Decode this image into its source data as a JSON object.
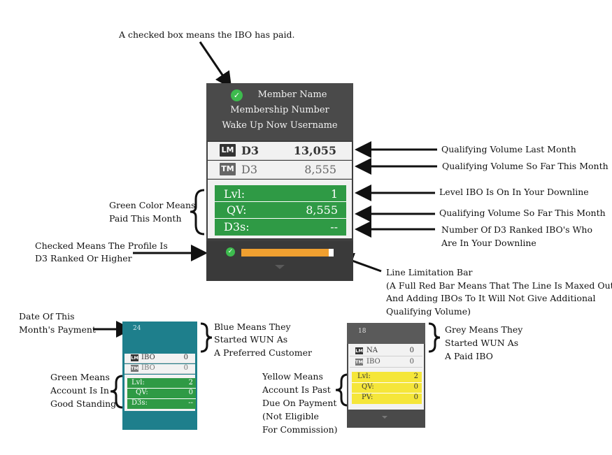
{
  "annotations": {
    "checked_box": "A checked box means the IBO has paid.",
    "qv_last_month": "Qualifying Volume Last Month",
    "qv_so_far_1": "Qualifying Volume So Far This Month",
    "level_ibo": "Level IBO Is On In Your Downline",
    "qv_so_far_2": "Qualifying Volume So Far This Month",
    "num_d3_1": "Number Of D3 Ranked IBO's Who",
    "num_d3_2": "Are In Your Downline",
    "green_means_1": "Green Color Means",
    "green_means_2": "Paid This Month",
    "checked_d3_1": "Checked Means The Profile Is",
    "checked_d3_2": "D3 Ranked Or Higher",
    "line_limit_1": "Line Limitation Bar",
    "line_limit_2": "(A Full Red Bar Means That The Line Is Maxed Out",
    "line_limit_3": "And Adding IBOs To It Will Not Give Additional",
    "line_limit_4": "Qualifying Volume)",
    "date_payment_1": "Date Of This",
    "date_payment_2": "Month's Payment",
    "blue_means_1": "Blue Means They",
    "blue_means_2": "Started WUN As",
    "blue_means_3": "A Preferred Customer",
    "green_account_1": "Green Means",
    "green_account_2": "Account Is In",
    "green_account_3": "Good Standing",
    "grey_means_1": "Grey Means They",
    "grey_means_2": "Started WUN As",
    "grey_means_3": "A Paid IBO",
    "yellow_means_1": "Yellow Means",
    "yellow_means_2": "Account Is Past",
    "yellow_means_3": "Due On Payment",
    "yellow_means_4": "(Not Eligible",
    "yellow_means_5": "For Commission)"
  },
  "main_card": {
    "name": "Member Name",
    "number": "Membership Number",
    "username": "Wake Up Now Username",
    "lm_badge": "LM",
    "lm_rank": "D3",
    "lm_value": "13,055",
    "tm_badge": "TM",
    "tm_rank": "D3",
    "tm_value": "8,555",
    "lvl_label": "Lvl:",
    "lvl_value": "1",
    "qv_label": "QV:",
    "qv_value": "8,555",
    "d3s_label": "D3s:",
    "d3s_value": "--",
    "line_bar_fill": 0.95
  },
  "blue_card": {
    "date": "24",
    "lm_badge": "LM",
    "lm_label": "IBO",
    "lm_value": "0",
    "tm_badge": "TM",
    "tm_label": "IBO",
    "tm_value": "0",
    "lvl_label": "Lvl:",
    "lvl_value": "2",
    "qv_label": "QV:",
    "qv_value": "0",
    "d3s_label": "D3s:",
    "d3s_value": "--"
  },
  "grey_card": {
    "date": "18",
    "lm_badge": "LM",
    "lm_label": "NA",
    "lm_value": "0",
    "tm_badge": "TM",
    "tm_label": "IBO",
    "tm_value": "0",
    "lvl_label": "Lvl:",
    "lvl_value": "2",
    "qv_label": "QV:",
    "qv_value": "0",
    "pv_label": "PV:",
    "pv_value": "0"
  },
  "colors": {
    "paid_green": "#2f9a45",
    "check_green": "#3dbb4e",
    "card_dark": "#3f3f3f",
    "preferred_blue": "#1e7f8c",
    "past_due_yellow": "#f5e63a",
    "line_bar_orange": "#f0a030"
  }
}
